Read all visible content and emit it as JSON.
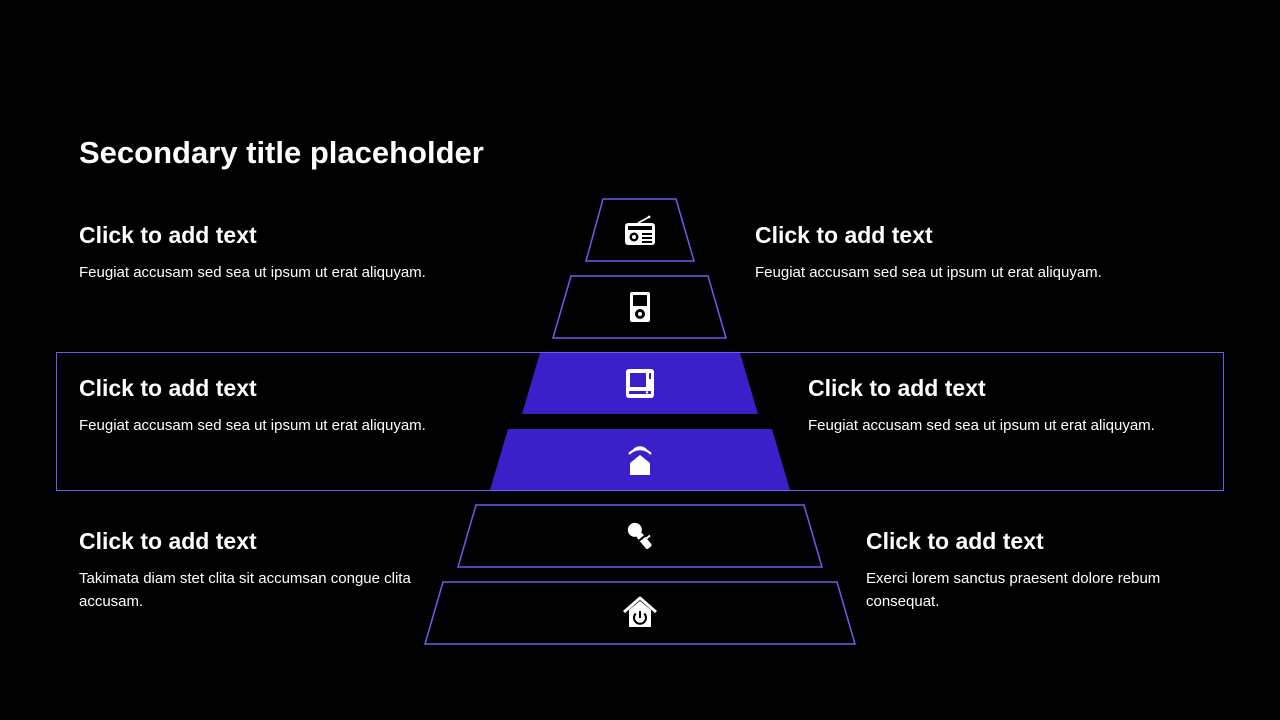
{
  "slide": {
    "title": "Secondary title placeholder"
  },
  "colors": {
    "background": "#000000",
    "accent": "#3a20c9",
    "outline": "#6b5cf0",
    "text": "#ffffff"
  },
  "blocks": {
    "top_left": {
      "heading": "Click to add text",
      "body": "Feugiat accusam sed sea ut ipsum ut erat aliquyam."
    },
    "top_right": {
      "heading": "Click to add text",
      "body": "Feugiat accusam sed sea ut ipsum ut erat aliquyam."
    },
    "middle_left": {
      "heading": "Click to add text",
      "body": "Feugiat accusam sed sea ut ipsum ut erat aliquyam."
    },
    "middle_right": {
      "heading": "Click to add text",
      "body": "Feugiat accusam sed sea ut ipsum ut erat aliquyam."
    },
    "bottom_left": {
      "heading": "Click to add text",
      "body": "Takimata diam stet clita sit accumsan congue clita accusam."
    },
    "bottom_right": {
      "heading": "Click to add text",
      "body": "Exerci lorem sanctus praesent dolore rebum consequat."
    }
  },
  "pyramid": {
    "tiers": [
      {
        "icon": "radio-icon",
        "filled": false
      },
      {
        "icon": "music-player-icon",
        "filled": false
      },
      {
        "icon": "computer-icon",
        "filled": true
      },
      {
        "icon": "smart-home-icon",
        "filled": true
      },
      {
        "icon": "microphone-icon",
        "filled": false
      },
      {
        "icon": "home-power-icon",
        "filled": false
      }
    ]
  }
}
